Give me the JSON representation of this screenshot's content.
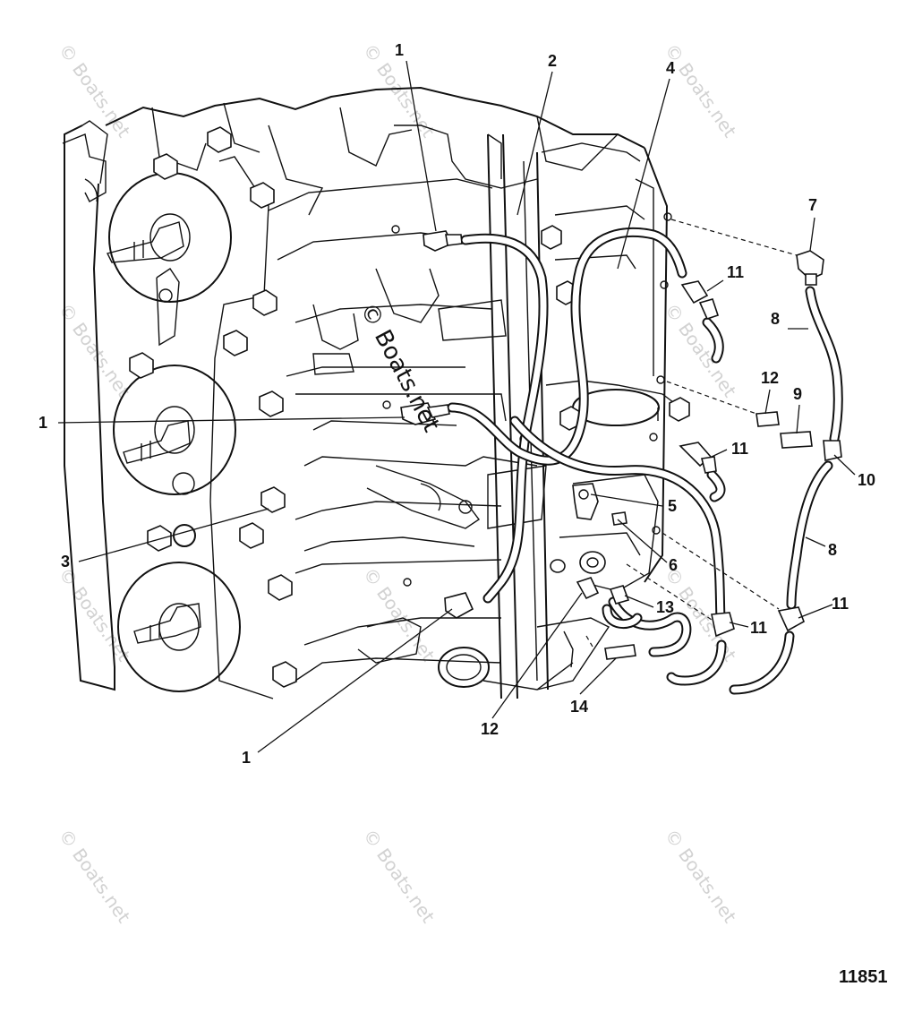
{
  "diagram": {
    "figure_number": "11851",
    "watermark_text": "© Boats.net",
    "callouts": [
      {
        "id": "c1a",
        "label": "1"
      },
      {
        "id": "c2",
        "label": "2"
      },
      {
        "id": "c4",
        "label": "4"
      },
      {
        "id": "c7",
        "label": "7"
      },
      {
        "id": "c11a",
        "label": "11"
      },
      {
        "id": "c8a",
        "label": "8"
      },
      {
        "id": "c12a",
        "label": "12"
      },
      {
        "id": "c9",
        "label": "9"
      },
      {
        "id": "c1b",
        "label": "1"
      },
      {
        "id": "c11b",
        "label": "11"
      },
      {
        "id": "c10",
        "label": "10"
      },
      {
        "id": "c5",
        "label": "5"
      },
      {
        "id": "c3",
        "label": "3"
      },
      {
        "id": "c6",
        "label": "6"
      },
      {
        "id": "c8b",
        "label": "8"
      },
      {
        "id": "c11c",
        "label": "11"
      },
      {
        "id": "c13",
        "label": "13"
      },
      {
        "id": "c11d",
        "label": "11"
      },
      {
        "id": "c14",
        "label": "14"
      },
      {
        "id": "c12b",
        "label": "12"
      },
      {
        "id": "c1c",
        "label": "1"
      }
    ]
  }
}
